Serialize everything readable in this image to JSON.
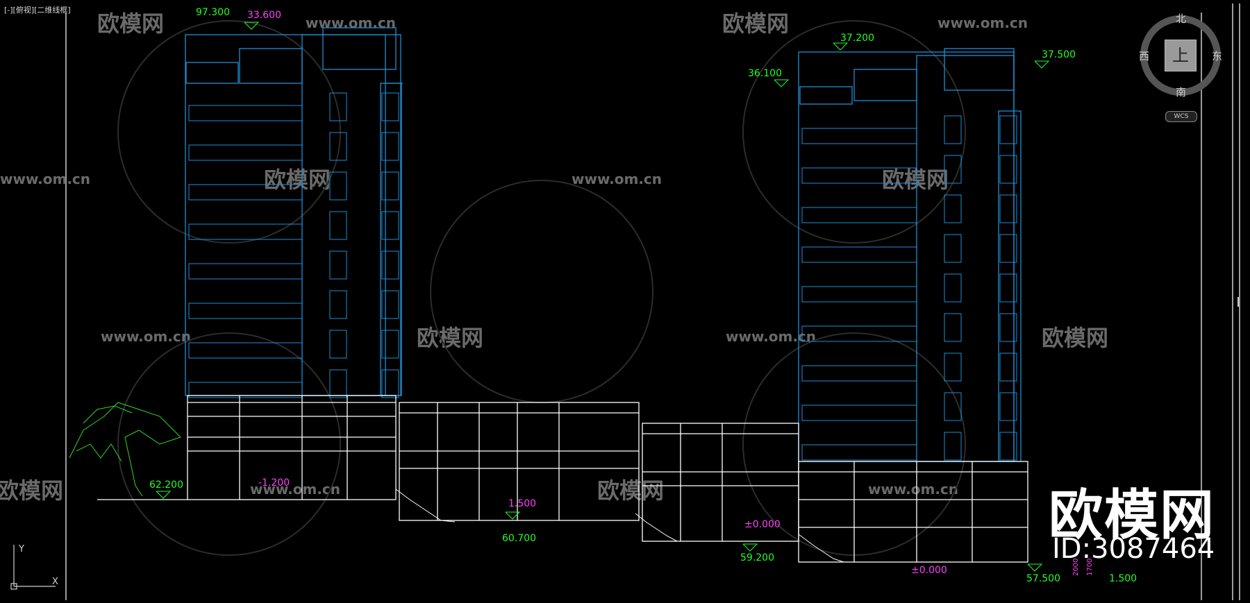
{
  "viewport": {
    "label": "[-][俯视][二维线框]"
  },
  "view_cube": {
    "north": "北",
    "south": "南",
    "east": "东",
    "west": "西",
    "top_face": "上",
    "wcs": "WCS"
  },
  "elevations_green": [
    "97.300",
    "37.200",
    "37.500",
    "36.100",
    "62.200",
    "60.700",
    "59.200",
    "57.500",
    "1.500"
  ],
  "elevations_magenta": [
    "33.600",
    "-1.200",
    "1.500",
    "±0.000",
    "±0.000"
  ],
  "small_dims": [
    "2000",
    "1700"
  ],
  "watermark": {
    "site": "www.om.cn",
    "brand": "欧模网",
    "id": "ID:3087464"
  },
  "colors": {
    "background": "#000000",
    "tower_lines": "#1e8fd6",
    "podium_lines": "#ffffff",
    "green_text": "#22ff22",
    "magenta_text": "#ff40ff",
    "watermark": "#6a6a6a",
    "tree": "#2bd82b"
  }
}
